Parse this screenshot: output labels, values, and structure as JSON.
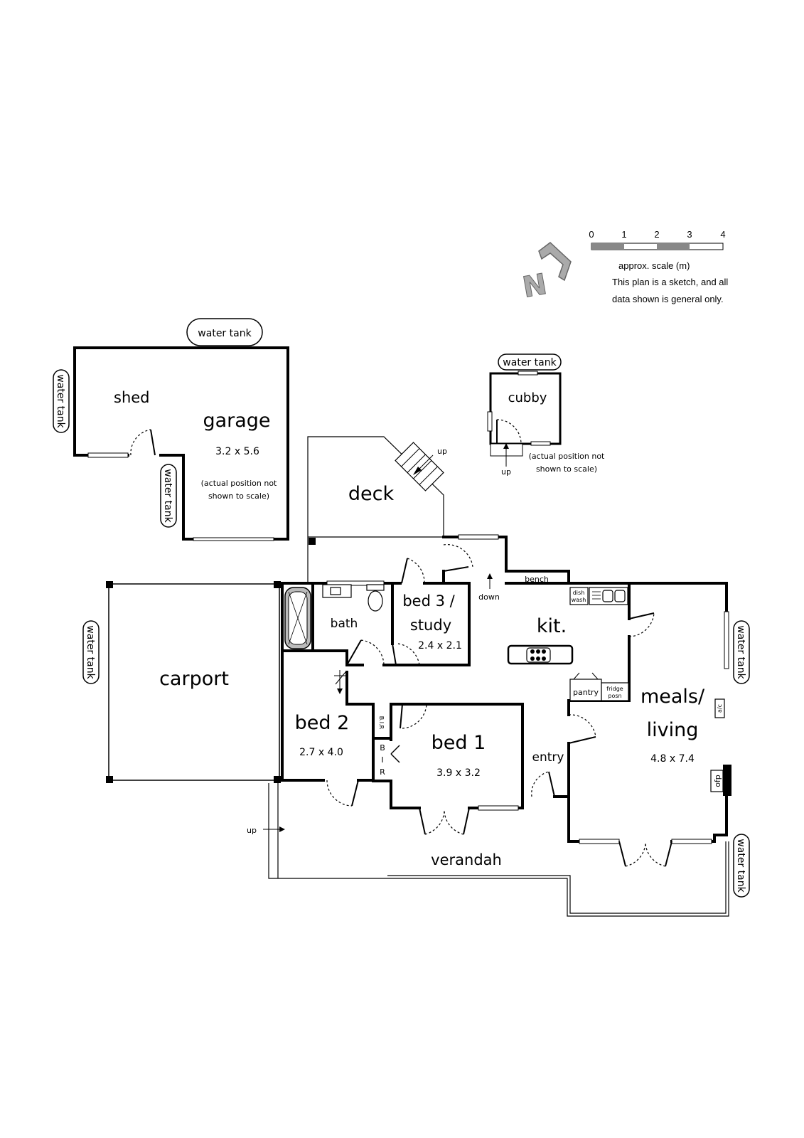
{
  "scale": {
    "ticks": [
      "0",
      "1",
      "2",
      "3",
      "4"
    ],
    "caption": "approx. scale (m)",
    "disclaimer_line1": "This plan is a sketch, and all",
    "disclaimer_line2": "data shown is general only.",
    "north_label": "N"
  },
  "outbuildings": {
    "garage_water_tank_top": "water tank",
    "garage_water_tank_left": "water tank",
    "garage_water_tank_door": "water tank",
    "shed": "shed",
    "garage": "garage",
    "garage_dims": "3.2 x 5.6",
    "garage_note_line1": "(actual position not",
    "garage_note_line2": "shown to scale)",
    "cubby_water_tank": "water tank",
    "cubby": "cubby",
    "cubby_up": "up",
    "cubby_note_line1": "(actual position not",
    "cubby_note_line2": "shown to scale)"
  },
  "rooms": {
    "deck": "deck",
    "deck_up": "up",
    "carport": "carport",
    "carport_water_tank": "water tank",
    "bath": "bath",
    "bed3_line1": "bed 3 /",
    "bed3_line2": "study",
    "bed3_dims": "2.4 x 2.1",
    "down": "down",
    "bench": "bench",
    "kit": "kit.",
    "dishwash_line1": "dish",
    "dishwash_line2": "wash",
    "pantry": "pantry",
    "fridge_line1": "fridge",
    "fridge_line2": "posn",
    "meals_line1": "meals/",
    "meals_line2": "living",
    "meals_dims": "4.8 x 7.4",
    "ac": "a/c",
    "ofp": "ofp",
    "right_water_tank_upper": "water tank",
    "right_water_tank_lower": "water tank",
    "bed2": "bed 2",
    "bed2_dims": "2.7 x 4.0",
    "bir_upper": "B.I.R",
    "bir_lower_b": "B",
    "bir_lower_i": "I",
    "bir_lower_r": "R",
    "bed1": "bed 1",
    "bed1_dims": "3.9 x 3.2",
    "entry": "entry",
    "verandah": "verandah",
    "verandah_up": "up"
  }
}
